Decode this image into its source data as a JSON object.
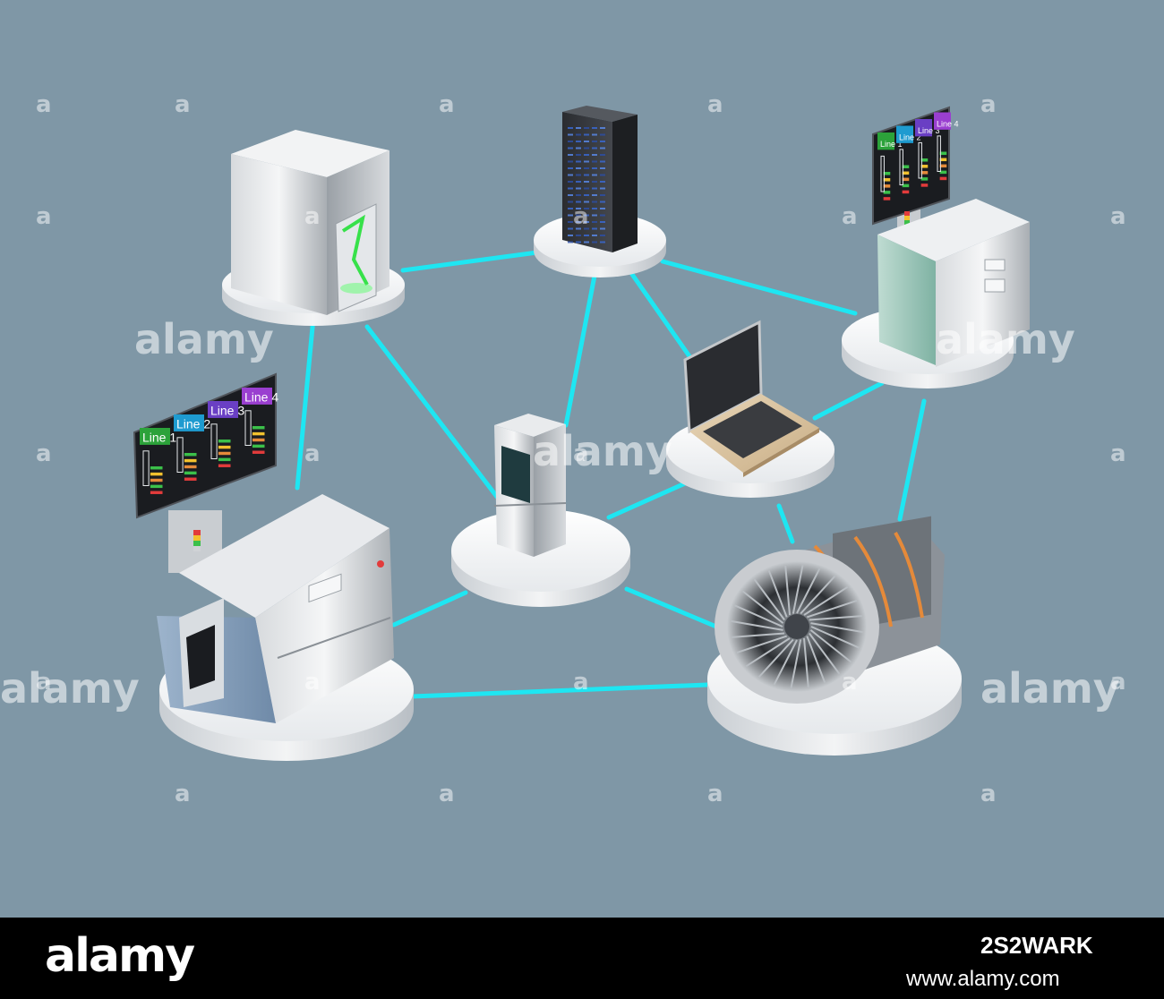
{
  "watermark": {
    "word": "alamy",
    "tile": "a"
  },
  "monitor_left": {
    "lines": [
      "Line 1",
      "Line 2",
      "Line 3",
      "Line 4"
    ]
  },
  "monitor_right": {
    "lines": [
      "Line 1",
      "Line 2",
      "Line 3",
      "Line 4"
    ]
  },
  "footer": {
    "logo": "alamy",
    "image_id": "2S2WARK",
    "credit": "www.alamy.com"
  },
  "colors": {
    "background": "#7f97a6",
    "network_link": "#1ee6f2",
    "footer": "#000000",
    "line1": "#2ca23a",
    "line2": "#1e9bd0",
    "line3": "#6a3fc4",
    "line4": "#9a3fd0"
  }
}
